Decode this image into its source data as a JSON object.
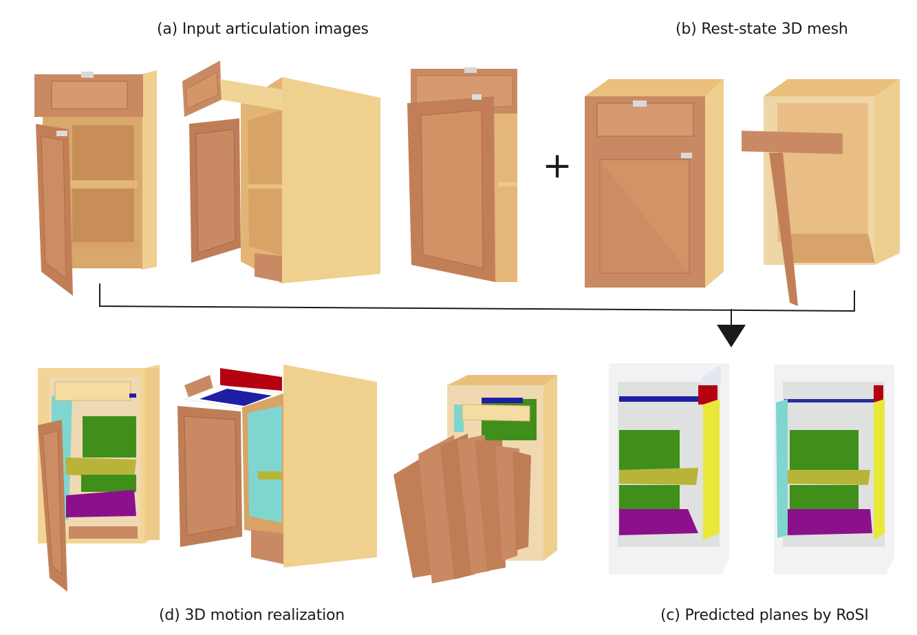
{
  "captions": {
    "a": "(a) Input articulation images",
    "b": "(b) Rest-state 3D mesh",
    "c": "(c) Predicted planes by RoSI",
    "d": "(d) 3D motion realization"
  },
  "symbols": {
    "plus": "+"
  },
  "colors": {
    "wood_light": "#f0cf8e",
    "wood_side": "#e8c07a",
    "wood_door": "#c98a63",
    "wood_door_dark": "#b8754e",
    "interior": "#d9a86c",
    "plane_red": "#b50010",
    "plane_blue": "#1f1fa6",
    "plane_cyan": "#7fd6d0",
    "plane_green": "#3f8f1a",
    "plane_olive": "#b8b43a",
    "plane_purple": "#8a108c",
    "plane_yellow": "#e8e838",
    "arrow": "#1a1a1a"
  }
}
